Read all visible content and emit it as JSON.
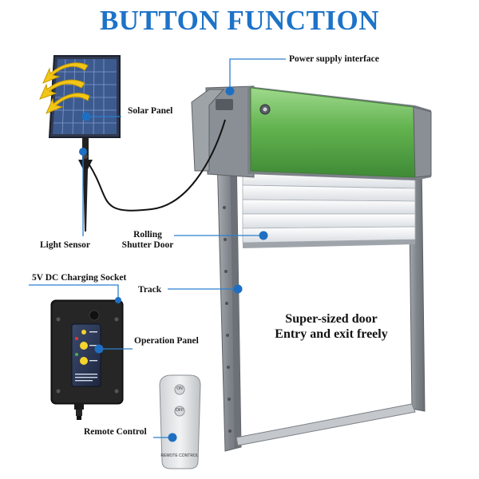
{
  "title": "BUTTON FUNCTION",
  "labels": {
    "power_supply_interface": "Power supply interface",
    "solar_panel": "Solar Panel",
    "light_sensor": "Light Sensor",
    "rolling_line1": "Rolling",
    "rolling_line2": "Shutter Door",
    "charging_socket": "5V DC Charging Socket",
    "track": "Track",
    "operation_panel": "Operation Panel",
    "remote_control": "Remote Control"
  },
  "door_text": {
    "line1": "Super-sized door",
    "line2": "Entry and exit freely"
  },
  "remote_buttons": {
    "on": "ON",
    "off": "OFF",
    "caption": "REMOTE CONTROL"
  },
  "colors": {
    "accent_blue": "#1d73c8",
    "housing_green": "#5bb04a",
    "track_gray": "#8c9095",
    "arrow_yellow": "#f2c617"
  }
}
